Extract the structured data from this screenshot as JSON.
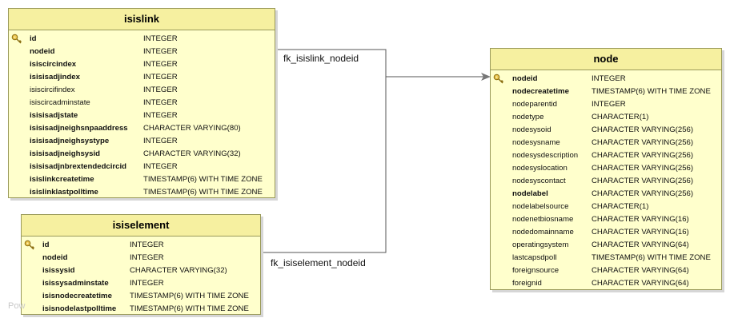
{
  "tables": {
    "isislink": {
      "name": "isislink",
      "columns": [
        {
          "name": "id",
          "type": "INTEGER",
          "bold": true,
          "pk": true
        },
        {
          "name": "nodeid",
          "type": "INTEGER",
          "bold": true,
          "pk": false
        },
        {
          "name": "isiscircindex",
          "type": "INTEGER",
          "bold": true,
          "pk": false
        },
        {
          "name": "isisisadjindex",
          "type": "INTEGER",
          "bold": true,
          "pk": false
        },
        {
          "name": "isiscircifindex",
          "type": "INTEGER",
          "bold": false,
          "pk": false
        },
        {
          "name": "isiscircadminstate",
          "type": "INTEGER",
          "bold": false,
          "pk": false
        },
        {
          "name": "isisisadjstate",
          "type": "INTEGER",
          "bold": true,
          "pk": false
        },
        {
          "name": "isisisadjneighsnpaaddress",
          "type": "CHARACTER VARYING(80)",
          "bold": true,
          "pk": false
        },
        {
          "name": "isisisadjneighsystype",
          "type": "INTEGER",
          "bold": true,
          "pk": false
        },
        {
          "name": "isisisadjneighsysid",
          "type": "CHARACTER VARYING(32)",
          "bold": true,
          "pk": false
        },
        {
          "name": "isisisadjnbrextendedcircid",
          "type": "INTEGER",
          "bold": true,
          "pk": false
        },
        {
          "name": "isislinkcreatetime",
          "type": "TIMESTAMP(6) WITH TIME ZONE",
          "bold": true,
          "pk": false
        },
        {
          "name": "isislinklastpolltime",
          "type": "TIMESTAMP(6) WITH TIME ZONE",
          "bold": true,
          "pk": false
        }
      ]
    },
    "isiselement": {
      "name": "isiselement",
      "columns": [
        {
          "name": "id",
          "type": "INTEGER",
          "bold": true,
          "pk": true
        },
        {
          "name": "nodeid",
          "type": "INTEGER",
          "bold": true,
          "pk": false
        },
        {
          "name": "isissysid",
          "type": "CHARACTER VARYING(32)",
          "bold": true,
          "pk": false
        },
        {
          "name": "isissysadminstate",
          "type": "INTEGER",
          "bold": true,
          "pk": false
        },
        {
          "name": "isisnodecreatetime",
          "type": "TIMESTAMP(6) WITH TIME ZONE",
          "bold": true,
          "pk": false
        },
        {
          "name": "isisnodelastpolltime",
          "type": "TIMESTAMP(6) WITH TIME ZONE",
          "bold": true,
          "pk": false
        }
      ]
    },
    "node": {
      "name": "node",
      "columns": [
        {
          "name": "nodeid",
          "type": "INTEGER",
          "bold": true,
          "pk": true
        },
        {
          "name": "nodecreatetime",
          "type": "TIMESTAMP(6) WITH TIME ZONE",
          "bold": true,
          "pk": false
        },
        {
          "name": "nodeparentid",
          "type": "INTEGER",
          "bold": false,
          "pk": false
        },
        {
          "name": "nodetype",
          "type": "CHARACTER(1)",
          "bold": false,
          "pk": false
        },
        {
          "name": "nodesysoid",
          "type": "CHARACTER VARYING(256)",
          "bold": false,
          "pk": false
        },
        {
          "name": "nodesysname",
          "type": "CHARACTER VARYING(256)",
          "bold": false,
          "pk": false
        },
        {
          "name": "nodesysdescription",
          "type": "CHARACTER VARYING(256)",
          "bold": false,
          "pk": false
        },
        {
          "name": "nodesyslocation",
          "type": "CHARACTER VARYING(256)",
          "bold": false,
          "pk": false
        },
        {
          "name": "nodesyscontact",
          "type": "CHARACTER VARYING(256)",
          "bold": false,
          "pk": false
        },
        {
          "name": "nodelabel",
          "type": "CHARACTER VARYING(256)",
          "bold": true,
          "pk": false
        },
        {
          "name": "nodelabelsource",
          "type": "CHARACTER(1)",
          "bold": false,
          "pk": false
        },
        {
          "name": "nodenetbiosname",
          "type": "CHARACTER VARYING(16)",
          "bold": false,
          "pk": false
        },
        {
          "name": "nodedomainname",
          "type": "CHARACTER VARYING(16)",
          "bold": false,
          "pk": false
        },
        {
          "name": "operatingsystem",
          "type": "CHARACTER VARYING(64)",
          "bold": false,
          "pk": false
        },
        {
          "name": "lastcapsdpoll",
          "type": "TIMESTAMP(6) WITH TIME ZONE",
          "bold": false,
          "pk": false
        },
        {
          "name": "foreignsource",
          "type": "CHARACTER VARYING(64)",
          "bold": false,
          "pk": false
        },
        {
          "name": "foreignid",
          "type": "CHARACTER VARYING(64)",
          "bold": false,
          "pk": false
        }
      ]
    }
  },
  "relationships": {
    "fk_isislink": "fk_isislink_nodeid",
    "fk_isiselement": "fk_isiselement_nodeid"
  },
  "watermark": "Pow",
  "colors": {
    "table_bg": "#ffffcc",
    "header_bg": "#f6f0a0",
    "border": "#9a9a5a",
    "line": "#555555",
    "key_icon": "#c9a227"
  },
  "icons": {
    "primary_key": "key-icon"
  }
}
